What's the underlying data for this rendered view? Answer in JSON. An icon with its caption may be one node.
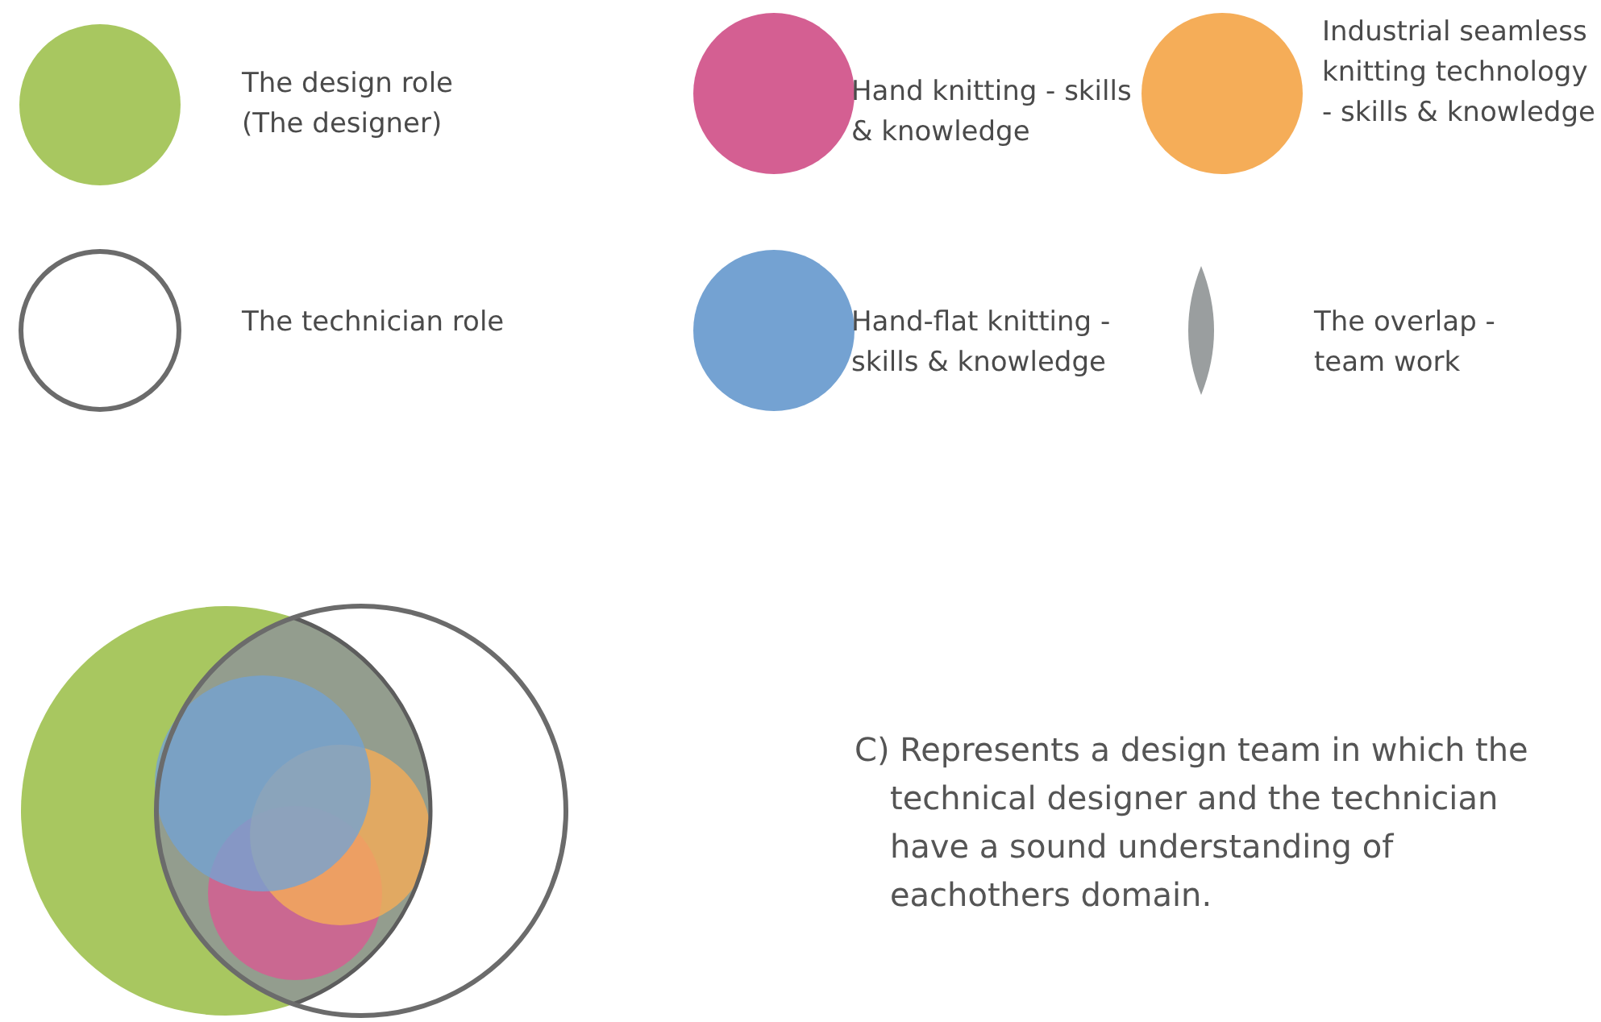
{
  "diagram": {
    "caption": "C) Represents a design team in which the technical designer and the technician have a sound understanding of eachothers domain.",
    "legend": [
      {
        "text": "The design role (The designer)",
        "color": "#a8c760"
      },
      {
        "text": "Hand knitting - skills & knowledge",
        "color": "#d45f92"
      },
      {
        "text": "Industrial seamless knitting technology - skills & knowledge",
        "color": "#f5ad58"
      },
      {
        "text": "The technician role"
      },
      {
        "text": "Hand-flat knitting - skills & knowledge",
        "color": "#74a2d2"
      },
      {
        "text": "The overlap - team work"
      }
    ]
  }
}
